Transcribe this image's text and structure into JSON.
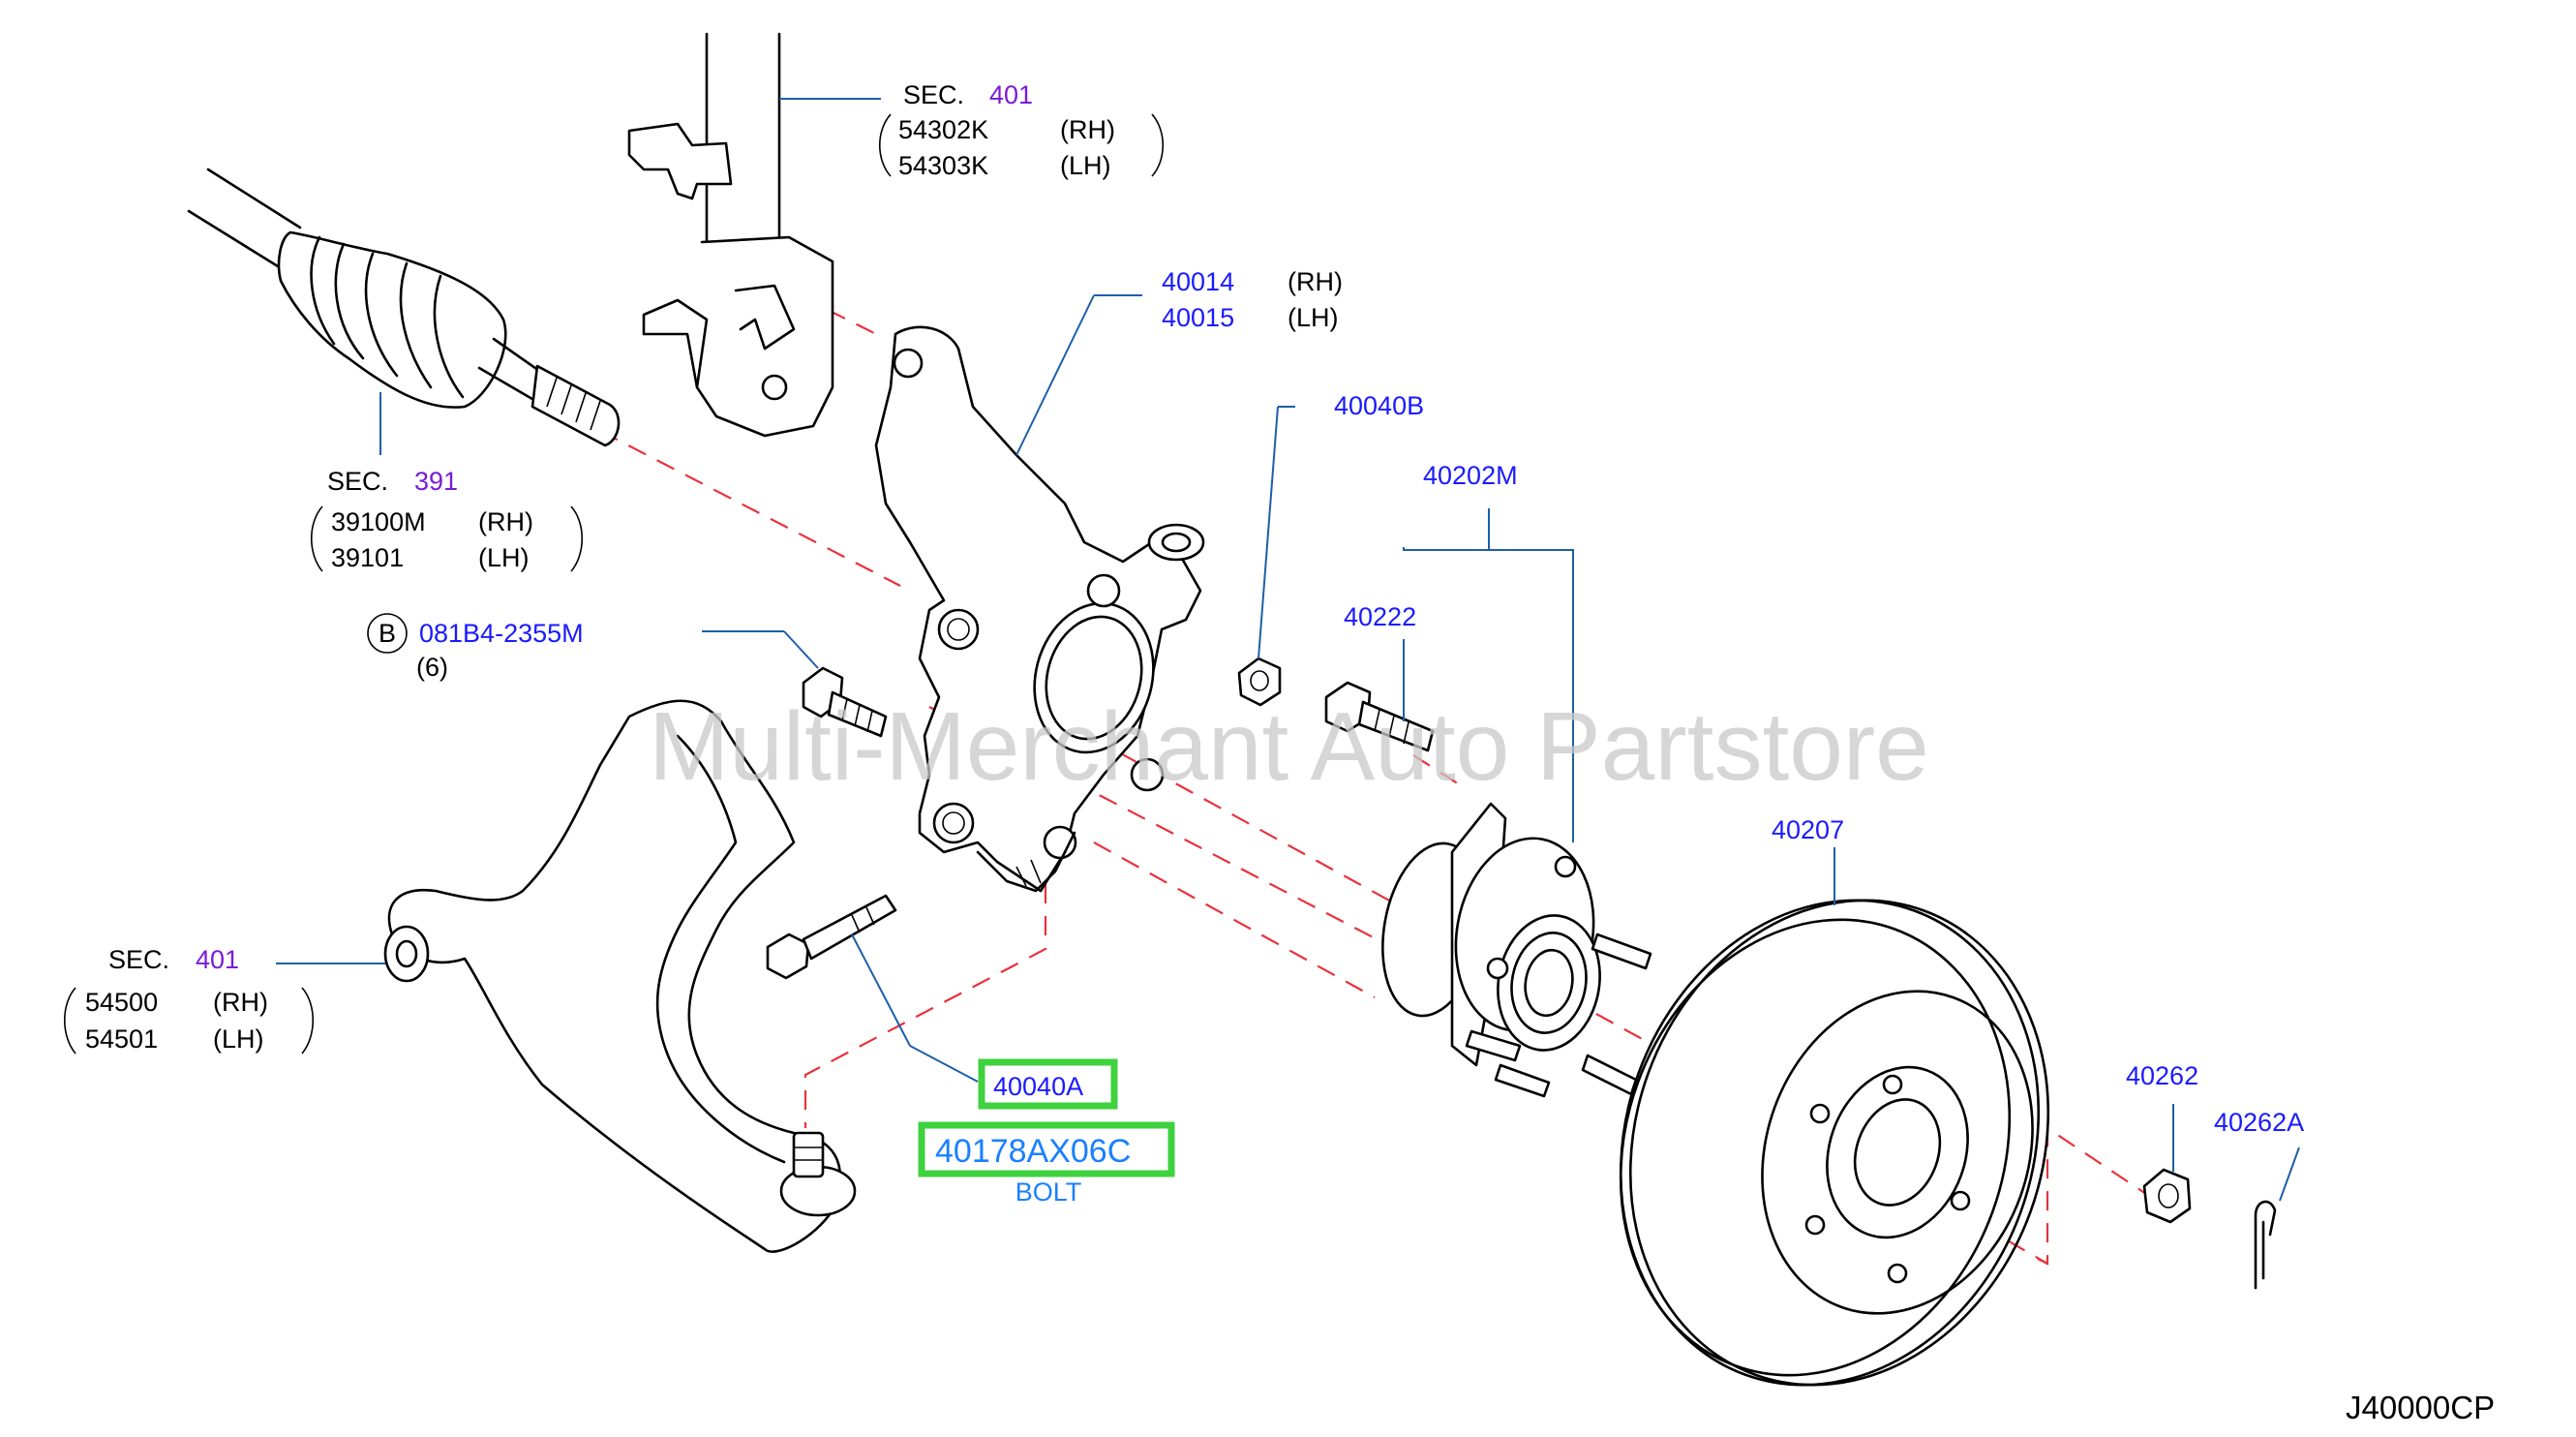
{
  "diagram_code": "J40000CP",
  "watermark": "Multi-Merchant Auto Partstore",
  "strut": {
    "sec_prefix": "SEC.",
    "sec_num": "401",
    "rh_part": "54302K",
    "rh": "(RH)",
    "lh_part": "54303K",
    "lh": "(LH)"
  },
  "driveshaft": {
    "sec_prefix": "SEC.",
    "sec_num": "391",
    "rh_part": "39100M",
    "rh": "(RH)",
    "lh_part": "39101",
    "lh": "(LH)"
  },
  "knuckle": {
    "rh_part": "40014",
    "rh": "(RH)",
    "lh_part": "40015",
    "lh": "(LH)"
  },
  "nut_40040b": {
    "part": "40040B"
  },
  "hub_assy": {
    "part": "40202M",
    "stud_part": "40222"
  },
  "bolt_b": {
    "marker": "B",
    "part": "081B4-2355M",
    "qty": "(6)"
  },
  "lower_arm": {
    "sec_prefix": "SEC.",
    "sec_num": "401",
    "rh_part": "54500",
    "rh": "(RH)",
    "lh_part": "54501",
    "lh": "(LH)"
  },
  "ball_joint_nut": {
    "part": "40040A"
  },
  "bolt_highlight": {
    "part": "40178AX06C",
    "name": "BOLT"
  },
  "rotor": {
    "part": "40207"
  },
  "hub_nut": {
    "part": "40262"
  },
  "cotter_pin": {
    "part": "40262A"
  },
  "colors": {
    "part_blue": "#1a1aff",
    "section_purple": "#7a1ad6",
    "leader": "#1d5fa8",
    "centerline_red": "#e8323c",
    "highlight_green": "#3fd23f",
    "watermark": "#c8c8c8"
  }
}
